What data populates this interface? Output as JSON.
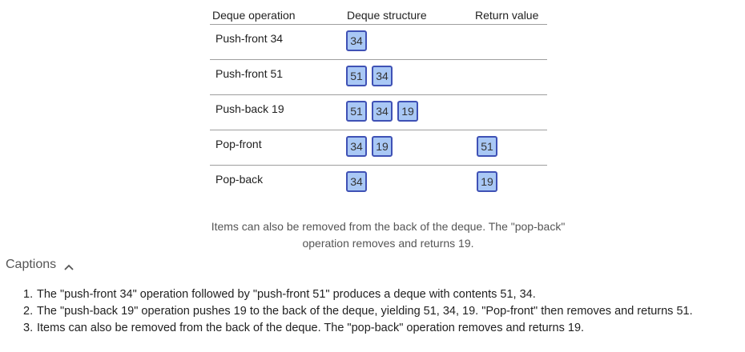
{
  "table": {
    "headers": [
      "Deque operation",
      "Deque structure",
      "Return value"
    ],
    "rows": [
      {
        "operation": "Push-front 34",
        "structure": [
          "34"
        ],
        "return": ""
      },
      {
        "operation": "Push-front 51",
        "structure": [
          "51",
          "34"
        ],
        "return": ""
      },
      {
        "operation": "Push-back 19",
        "structure": [
          "51",
          "34",
          "19"
        ],
        "return": ""
      },
      {
        "operation": "Pop-front",
        "structure": [
          "34",
          "19"
        ],
        "return": "51"
      },
      {
        "operation": "Pop-back",
        "structure": [
          "34"
        ],
        "return": "19"
      }
    ]
  },
  "step_caption": "Items can also be removed from the back of the deque. The \"pop-back\" operation removes and returns 19.",
  "captions": {
    "label": "Captions",
    "toggle_icon": "chevron-up-icon",
    "items": [
      "The \"push-front 34\" operation followed by \"push-front 51\" produces a deque with contents 51, 34.",
      "The \"push-back 19\" operation pushes 19 to the back of the deque, yielding 51, 34, 19. \"Pop-front\" then removes and returns 51.",
      "Items can also be removed from the back of the deque. The \"pop-back\" operation removes and returns 19."
    ]
  },
  "colors": {
    "cell_fill": "#a9c8f5",
    "cell_border": "#3f51b5",
    "rule": "#9e9e9e"
  }
}
